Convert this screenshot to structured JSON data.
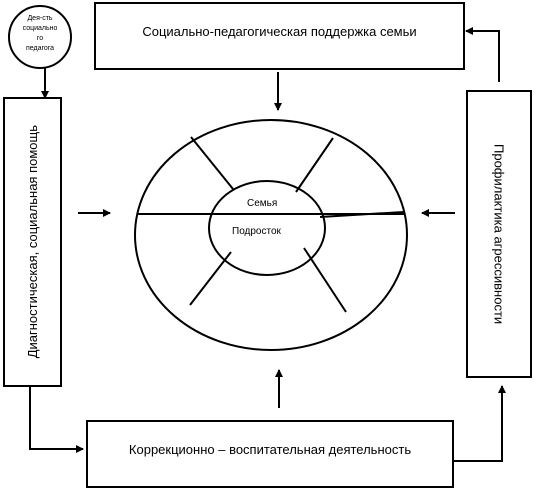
{
  "diagram": {
    "top_box": "Социально-педагогическая поддержка семьи",
    "left_box": "Диагностическая, социальная помощь",
    "right_box": "Профилактика агрессивности",
    "bottom_box": "Коррекционно – воспитательная деятельность",
    "circle_lines": [
      "Дея-сть",
      "социально",
      "го",
      "педагога"
    ],
    "center_top": "Семья",
    "center_bottom": "Подросток"
  }
}
